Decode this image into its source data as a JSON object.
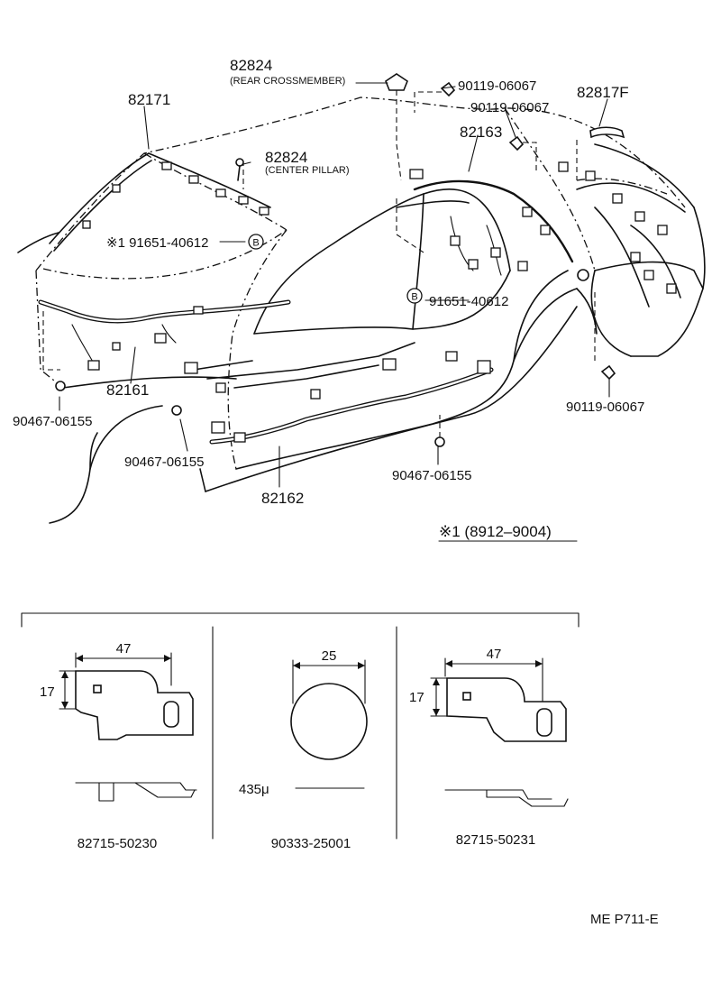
{
  "labels": {
    "p82824_rear": "82824",
    "p82824_rear_note": "(REAR CROSSMEMBER)",
    "p82171": "82171",
    "p82824_center": "82824",
    "p82824_center_note": "(CENTER PILLAR)",
    "p91651_left": "※1 91651-40612",
    "b_marker": "B",
    "p90119_top1": "90119-06067",
    "p90119_top2": "90119-06067",
    "p82817F": "82817F",
    "p82163": "82163",
    "p91651_right": "91651-40612",
    "p82161": "82161",
    "p90467_left": "90467-06155",
    "p90467_mid": "90467-06155",
    "p90467_right": "90467-06155",
    "p90119_bottom": "90119-06067",
    "p82162": "82162",
    "note_date": "※1 (8912–9004)",
    "ref_code": "ME P711-E"
  },
  "details": [
    {
      "part_no": "82715-50230",
      "width": "47",
      "height": "17"
    },
    {
      "part_no": "90333-25001",
      "diameter": "25",
      "thickness": "435μ"
    },
    {
      "part_no": "82715-50231",
      "width": "47",
      "height": "17"
    }
  ]
}
